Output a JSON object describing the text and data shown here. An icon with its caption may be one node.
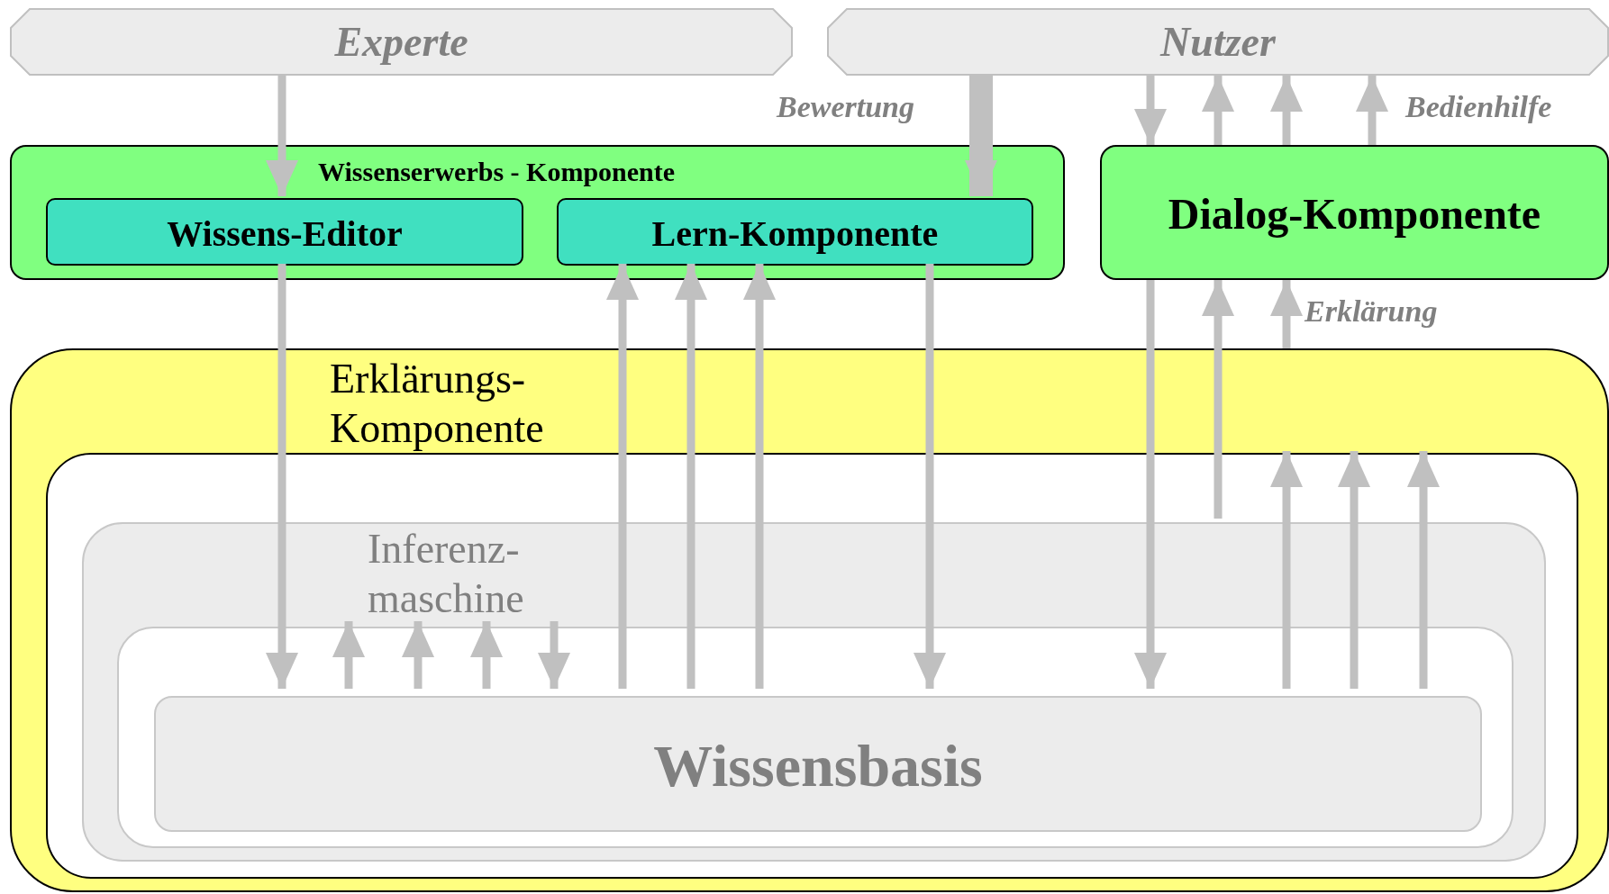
{
  "diagram": {
    "nodes": [
      {
        "text": [
          "Experte"
        ]
      },
      {
        "text": [
          "Nutzer"
        ]
      },
      {
        "text": [
          "Wissenserwerbs - Komponente"
        ]
      },
      {
        "text": [
          "Wissens-Editor"
        ],
        "in": 2
      },
      {
        "text": [
          "Lern-Komponente"
        ],
        "in": 2
      },
      {
        "text": [
          "Dialog-Komponente"
        ]
      },
      {
        "text": [
          "Erklärungs- Komponente"
        ]
      },
      {
        "text": [],
        "shape": "box",
        "in": 6
      },
      {
        "text": [
          "Inferenz- maschine"
        ],
        "in": 7
      },
      {
        "text": [],
        "shape": "box",
        "in": 8
      },
      {
        "text": [
          "Wissensbasis"
        ],
        "in": 9
      }
    ],
    "edges": [
      {
        "from": 0,
        "to": 3,
        "arrow": "to"
      },
      {
        "from": 1,
        "to": 4,
        "arrow": "to",
        "label": "Bewertung",
        "style": "thick"
      },
      {
        "from": 1,
        "to": 5,
        "arrow": "to"
      },
      {
        "from": 5,
        "to": 1,
        "arrow": "to"
      },
      {
        "from": 5,
        "to": 1,
        "arrow": "to"
      },
      {
        "from": 5,
        "to": 1,
        "arrow": "to",
        "label": "Bedienhilfe"
      },
      {
        "from": 6,
        "to": 5,
        "arrow": "to",
        "label": "Erklärung"
      },
      {
        "from": 3,
        "to": 10,
        "arrow": "to"
      },
      {
        "from": 10,
        "to": 9,
        "arrow": "to"
      },
      {
        "from": 10,
        "to": 9,
        "arrow": "to"
      },
      {
        "from": 10,
        "to": 9,
        "arrow": "to"
      },
      {
        "from": 9,
        "to": 10,
        "arrow": "to"
      },
      {
        "from": 10,
        "to": 4,
        "arrow": "to"
      },
      {
        "from": 10,
        "to": 4,
        "arrow": "to"
      },
      {
        "from": 10,
        "to": 4,
        "arrow": "to"
      },
      {
        "from": 4,
        "to": 10,
        "arrow": "to"
      },
      {
        "from": 5,
        "to": 10,
        "arrow": "to"
      },
      {
        "from": 8,
        "to": 5,
        "arrow": "to"
      },
      {
        "from": 10,
        "to": 6,
        "arrow": "to"
      },
      {
        "from": 10,
        "to": 6,
        "arrow": "to"
      },
      {
        "from": 10,
        "to": 6,
        "arrow": "to"
      }
    ]
  }
}
